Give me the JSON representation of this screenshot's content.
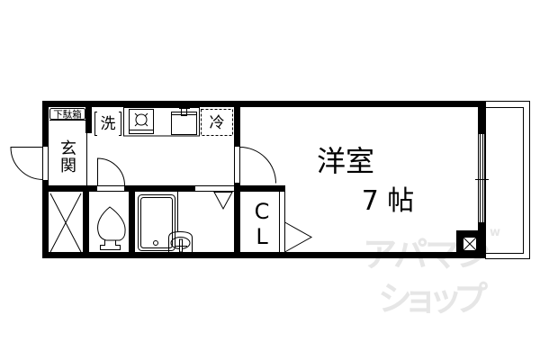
{
  "floor_plan": {
    "rooms": {
      "main_room": {
        "name": "洋室",
        "size": "7 帖"
      },
      "entrance": {
        "line1": "玄",
        "line2": "関"
      },
      "shoe_box": {
        "label": "下駄箱"
      },
      "washer": {
        "label": "洗"
      },
      "fridge": {
        "label": "冷"
      },
      "closet": {
        "line1": "C",
        "line2": "L"
      }
    },
    "watermark": {
      "line1": "アパマン",
      "line2": "ショップ",
      "mark": "w"
    }
  },
  "colors": {
    "wall": "#000000",
    "background": "#ffffff",
    "watermark": "#e6e6e6"
  }
}
